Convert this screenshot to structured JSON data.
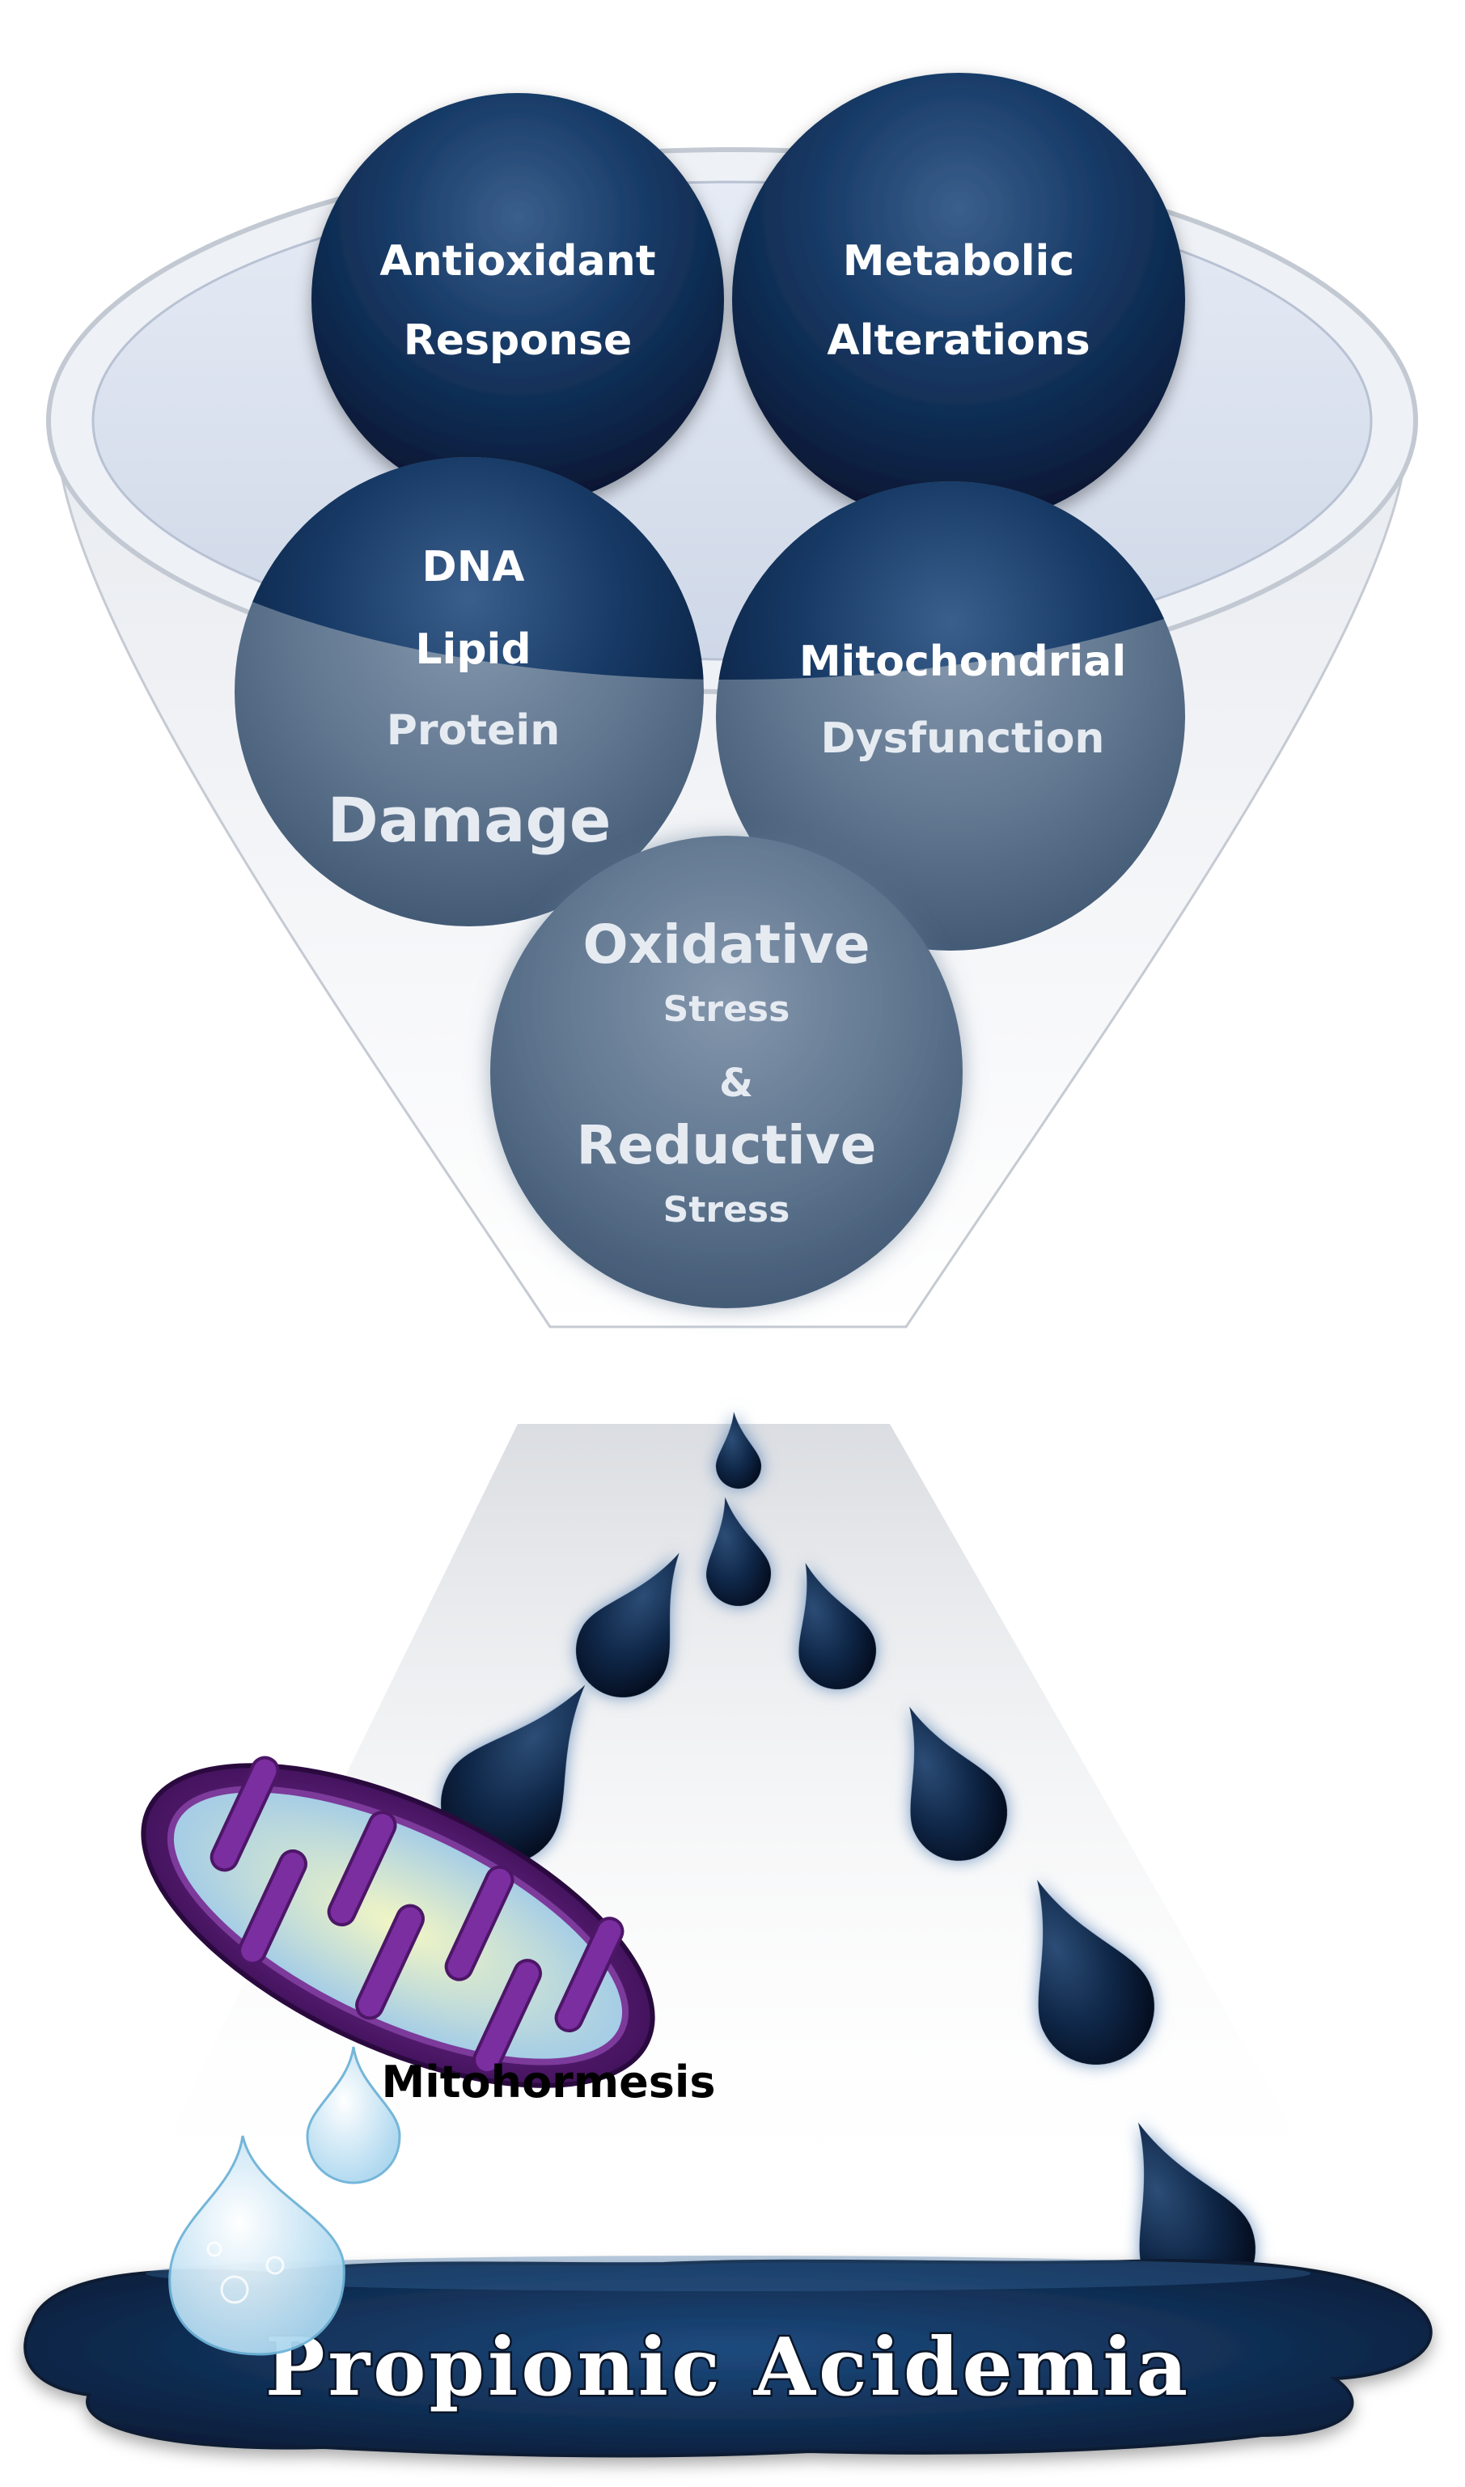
{
  "circles": {
    "antioxidant": {
      "line1": "Antioxidant",
      "line2": "Response"
    },
    "metabolic": {
      "line1": "Metabolic",
      "line2": "Alterations"
    },
    "damage": {
      "line1": "DNA",
      "line2": "Lipid",
      "line3": "Protein",
      "heading": "Damage"
    },
    "mitochondrial": {
      "line1": "Mitochondrial",
      "line2": "Dysfunction"
    },
    "stress": {
      "line1": "Oxidative",
      "line2": "Stress",
      "amp": "&",
      "line3": "Reductive",
      "line4": "Stress"
    }
  },
  "mitochondrion_label": "Mitohormesis",
  "pool_label": "Propionic Acidemia",
  "colors": {
    "sphere_dark": "#0f2a4d",
    "sphere_light": "#5f7791",
    "funnel_rim": "#d9dfeb",
    "drop": "#0c2440",
    "pool": "#13345e",
    "mito_outer": "#5b1d7a",
    "mito_inner": "#b3d4ee",
    "clear_drop": "#bfe3f5"
  },
  "icons": [
    "funnel",
    "sphere",
    "droplet",
    "mitochondrion",
    "clear-droplet",
    "pool"
  ]
}
